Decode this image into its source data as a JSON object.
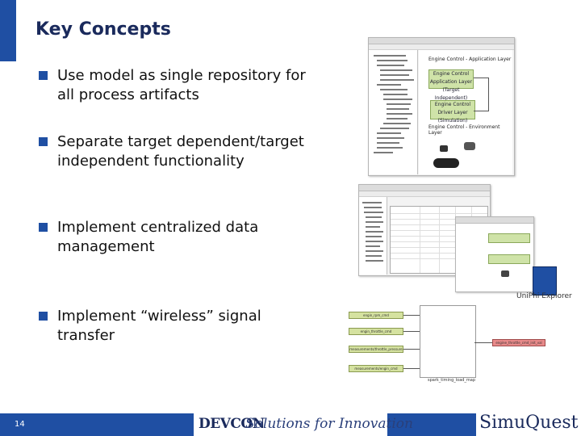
{
  "slide": {
    "title": "Key Concepts",
    "bullets": [
      "Use model as single repository for all process artifacts",
      "Separate target dependent/target independent functionality",
      "Implement centralized data management",
      "Implement “wireless” signal transfer"
    ],
    "page_number": "14"
  },
  "footer": {
    "devcon": "DEVCON",
    "tagline": "Solutions for Innovation",
    "company": "SimuQuest"
  },
  "screenshot1": {
    "app_layer": "Engine Control - Application Layer",
    "app_box": "Engine Control Application Layer (Target Independent)",
    "driver_box": "Engine Control Driver Layer (Simulation)",
    "driver_layer": "Engine Control - Environment Layer"
  },
  "screenshot3": {
    "label": "UniPhi Explorer"
  },
  "signals": {
    "left": [
      "engin_rpm_cmd",
      "engin_throttle_cmd",
      "measurements/throttle_pressure",
      "measurements/engin_cmd"
    ],
    "right": "engine_throttle_cmd_init_val",
    "block_label": "spark_timing_load_map"
  },
  "colors": {
    "accent_blue": "#1f4fa3",
    "title_navy": "#1a2a5c",
    "signal_green": "#d5e2a0",
    "signal_red": "#e88a8a"
  }
}
